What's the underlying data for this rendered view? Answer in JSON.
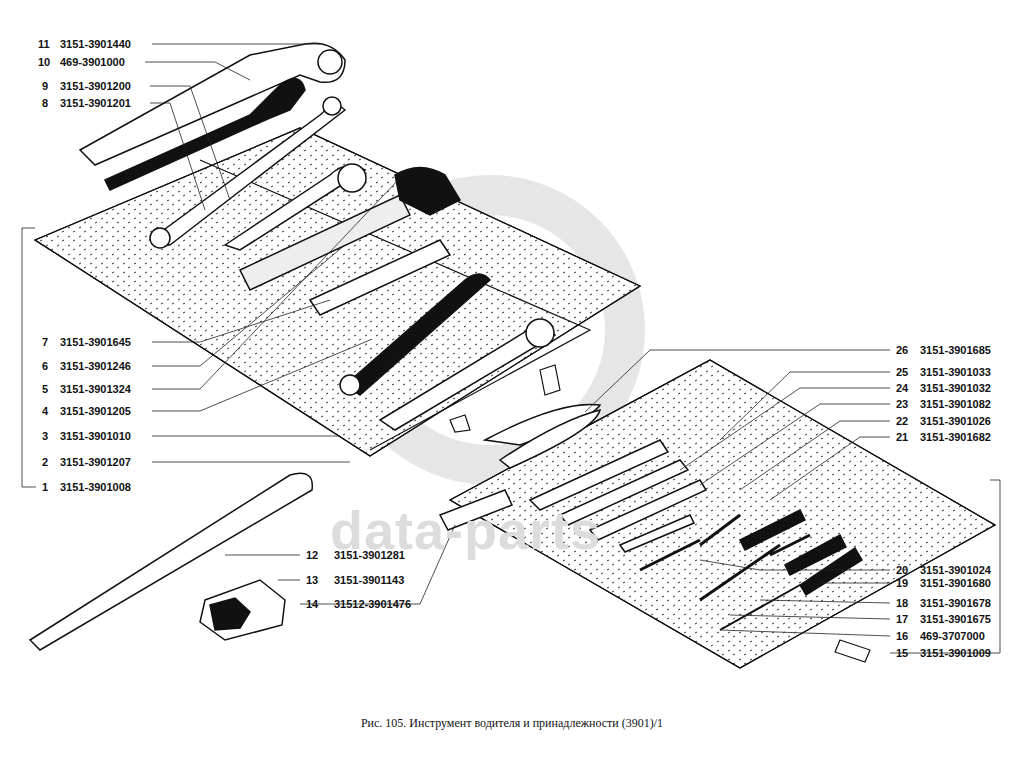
{
  "diagram": {
    "caption": "Рис. 105. Инструмент водителя и принадлежности (3901)/1",
    "labels": [
      "11",
      "3151-3901440",
      "10",
      "469-3901000",
      "9",
      "3151-3901200",
      "8",
      "3151-3901201",
      "7",
      "3151-3901645",
      "6",
      "3151-3901246",
      "5",
      "3151-3901324",
      "4",
      "3151-3901205",
      "3",
      "3151-3901010",
      "2",
      "3151-3901207",
      "1",
      "3151-3901008",
      "12",
      "3151-3901281",
      "13",
      "3151-3901143",
      "14",
      "31512-3901476",
      "26",
      "3151-3901685",
      "25",
      "3151-3901033",
      "24",
      "3151-3901032",
      "23",
      "3151-3901082",
      "22",
      "3151-3901026",
      "21",
      "3151-3901682",
      "20",
      "3151-3901024",
      "19",
      "3151-3901680",
      "18",
      "3151-3901678",
      "17",
      "3151-3901675",
      "16",
      "469-3707000",
      "15",
      "3151-3901009",
      "data-parts"
    ]
  }
}
